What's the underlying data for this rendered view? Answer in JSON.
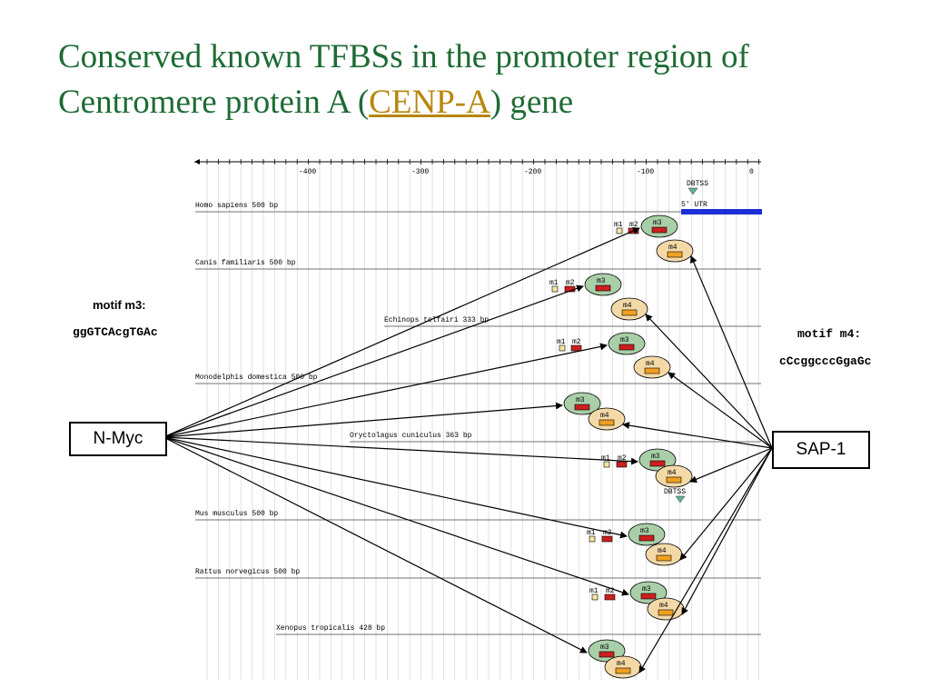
{
  "title": {
    "line1": "Conserved known TFBSs in the promoter region of",
    "line2_prefix": "Centromere protein A (",
    "line2_link": "CENP-A",
    "line2_suffix": ") gene"
  },
  "motif_m3": {
    "label": "motif m3:",
    "sequence": "ggGTCAcgTGAc"
  },
  "motif_m4": {
    "label": "motif m4:",
    "sequence": "cCcggcccGgaGc"
  },
  "tf_left": "N-Myc",
  "tf_right": "SAP-1",
  "axis": {
    "ticks": [
      "-400",
      "-300",
      "-200",
      "-100",
      "0"
    ]
  },
  "annotations": {
    "dbtss": "DBTSS",
    "utr": "5' UTR"
  },
  "motif_names": {
    "m1": "m1",
    "m2": "m2",
    "m3": "m3",
    "m4": "m4"
  },
  "species": [
    {
      "name": "Homo sapiens 500 bp"
    },
    {
      "name": "Canis familiaris 500 bp"
    },
    {
      "name": "Echinops telfairi 333 bp"
    },
    {
      "name": "Monodelphis domestica 500 bp"
    },
    {
      "name": "Oryctolagus cuniculus 363 bp"
    },
    {
      "name": "Mus musculus 500 bp"
    },
    {
      "name": "Rattus norvegicus 500 bp"
    },
    {
      "name": "Xenopus tropicalis 428 bp"
    }
  ],
  "colors": {
    "title": "#1e6b35",
    "link": "#b8860b",
    "m1": "#f3e6a6",
    "m2": "#cc1f1f",
    "m3_ellipse": "#a9cfa9",
    "m4_ellipse": "#f4d9a8",
    "m4_box": "#f0a020",
    "utr": "#1a2fd6",
    "dbtss": "#66b099"
  }
}
